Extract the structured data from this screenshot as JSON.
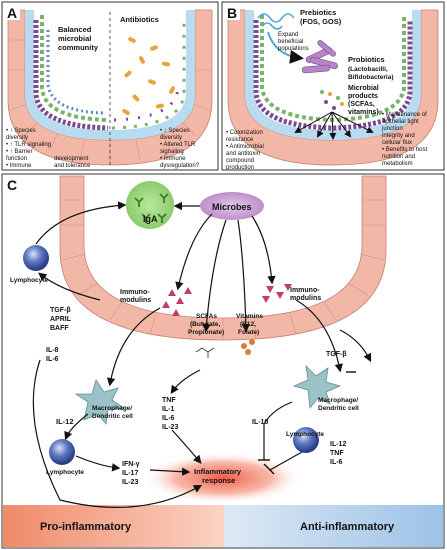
{
  "panel_a": {
    "letter": "A",
    "balanced_l1": "Balanced",
    "balanced_l2": "microbial",
    "balanced_l3": "community",
    "antibiotics": "Antibiotics",
    "left_notes": [
      "• ↑ Species",
      "  diversity",
      "• ↑ TLR signaling",
      "• ↑ Barrier",
      "  function",
      "• Immune",
      "  development",
      "  and tolerance"
    ],
    "right_notes": [
      "• ↓ Species",
      "  diversity",
      "• Altered TLR",
      "  signaling",
      "• Immune",
      "  dysregulation?"
    ]
  },
  "panel_b": {
    "letter": "B",
    "prebiotics": "Prebiotics",
    "prebiotics_sub": "(FOS, GOS)",
    "expand_l1": "Expand",
    "expand_l2": "beneficial",
    "expand_l3": "populations",
    "probiotics": "Probiotics",
    "probiotics_sub1": "(Lactobacilli,",
    "probiotics_sub2": "Bifidobacteria)",
    "products_l1": "Microbial",
    "products_l2": "products",
    "products_l3": "(SCFAs,",
    "products_l4": "vitamins)",
    "left_notes": [
      "• Colonization",
      "  resistance",
      "• Antimicrobial",
      "  and antitoxin",
      "  compound",
      "  production"
    ],
    "right_notes": [
      "• Maintenance of",
      "  epithelial tight",
      "  junction",
      "  integrity and",
      "  cellular flux",
      "• Benefits to host",
      "  nutrition and",
      "  metabolism"
    ]
  },
  "panel_c": {
    "letter": "C",
    "iga": "IgA",
    "microbes": "Microbes",
    "lymphocyte": "Lymphocyte",
    "immunomodulins": "Immuno-",
    "immunomodulins2": "modulins",
    "scfas_l1": "SCFAs",
    "scfas_l2": "(Butyrate,",
    "scfas_l3": "Propionate)",
    "vitamins_l1": "Vitamins",
    "vitamins_l2": "(B12,",
    "vitamins_l3": "Folate)",
    "tgf_left": "TGF-β",
    "april": "APRIL",
    "baff": "BAFF",
    "il8": "IL-8",
    "il6_left": "IL-6",
    "mac_left_l1": "Macrophage/",
    "mac_left_l2": "Dendritic cell",
    "il12_left": "IL-12",
    "tnf_mid": "TNF",
    "il1_mid": "IL-1",
    "il6_mid": "IL-6",
    "il23_mid": "IL-23",
    "lymph_bottom": "Lymphocyte",
    "ifn": "IFN-γ",
    "il17": "IL-17",
    "il23_bottom": "IL-23",
    "inflam_l1": "Inflammatory",
    "inflam_l2": "response",
    "tgf_right": "TGF-β",
    "mac_right_l1": "Macrophage/",
    "mac_right_l2": "Dendritic cell",
    "il10": "IL-10",
    "lymph_right": "Lymphocyte",
    "il12_right": "IL-12",
    "tnf_right": "TNF",
    "il6_right": "IL-6"
  },
  "footer": {
    "pro": "Pro-inflammatory",
    "anti": "Anti-inflammatory"
  },
  "colors": {
    "epithelium_pink": "#f2b7a6",
    "lumen_blue": "#b9dbef",
    "microbe_green": "#7ab36b",
    "microbe_purple": "#7a4b8f",
    "antibiotic_orange": "#e8a43a",
    "iga_green": "#9fd57f",
    "microbes_lilac": "#c99fd3",
    "pro_red": "#e86a4a",
    "anti_blue": "#9cc2e7",
    "lymphocyte_blue": "#3b56a8"
  }
}
